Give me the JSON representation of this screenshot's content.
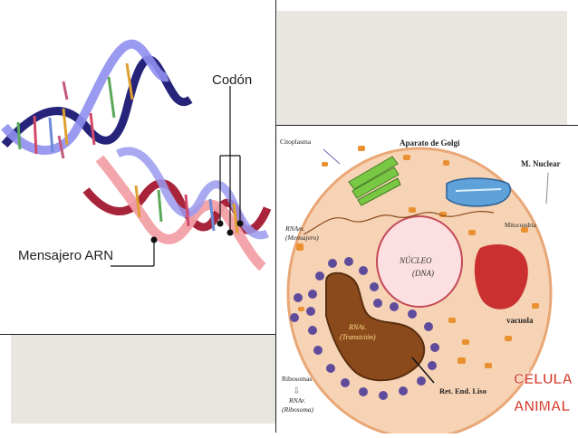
{
  "dna": {
    "codon_label": "Codón",
    "mrna_label": "Mensajero ARN"
  },
  "cell": {
    "labels": {
      "citoplasma": "Citoplasma",
      "golgi": "Aparato de Golgi",
      "nuclear_membrane": "M. Nuclear",
      "mitocondria": "Mitocondria",
      "rnam_line1": "RNAm.",
      "rnam_line2": "(Mensajero)",
      "nucleo_line1": "NÚCLEO",
      "nucleo_line2": "(DNA)",
      "vacuola": "vacuola",
      "rnat_line1": "RNAt.",
      "rnat_line2": "(Transición)",
      "ribosomas": "Ribosomas",
      "rnar_line1": "RNAr.",
      "rnar_line2": "(Ribosoma)",
      "ret_end_liso": "Ret. End. Liso",
      "title_line1": "CÉLULA",
      "title_line2": "ANIMAL"
    }
  },
  "colors": {
    "cell_fill": "#f6d3b4",
    "cell_border": "#e9a777",
    "nucleus_fill": "#fbdfe1",
    "nucleus_border": "#c44a58",
    "er_fill": "#8a4a1c",
    "vacuole_fill": "#c9302f",
    "ribosome_fill": "#5f4b9b",
    "golgi_fill": "#79c843",
    "mito_fill": "#5ea2d9",
    "title_fill": "#d43a2a"
  }
}
